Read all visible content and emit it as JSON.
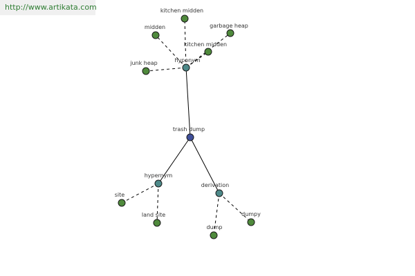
{
  "watermark": "http://www.artikata.com",
  "colors": {
    "root": "#3f4f9a",
    "relation": "#4e8a8a",
    "leaf": "#4f8a3c"
  },
  "graph": {
    "nodes": [
      {
        "id": "root",
        "label": "trash dump",
        "kind": "root"
      },
      {
        "id": "hyp1",
        "label": "hyponym",
        "kind": "relation"
      },
      {
        "id": "hyp2",
        "label": "hypernym",
        "kind": "relation"
      },
      {
        "id": "der",
        "label": "derivation",
        "kind": "relation"
      },
      {
        "id": "kmid1",
        "label": "kitchen midden",
        "kind": "leaf"
      },
      {
        "id": "mid",
        "label": "midden",
        "kind": "leaf"
      },
      {
        "id": "garb",
        "label": "garbage heap",
        "kind": "leaf"
      },
      {
        "id": "kmid2",
        "label": "kitchen midden",
        "kind": "leaf"
      },
      {
        "id": "junk",
        "label": "junk heap",
        "kind": "leaf"
      },
      {
        "id": "site",
        "label": "site",
        "kind": "leaf"
      },
      {
        "id": "land",
        "label": "land site",
        "kind": "leaf"
      },
      {
        "id": "dump",
        "label": "dump",
        "kind": "leaf"
      },
      {
        "id": "dumpy",
        "label": "dumpy",
        "kind": "leaf"
      }
    ],
    "edges": [
      {
        "from": "root",
        "to": "hyp1",
        "style": "solid"
      },
      {
        "from": "root",
        "to": "hyp2",
        "style": "solid"
      },
      {
        "from": "root",
        "to": "der",
        "style": "solid"
      },
      {
        "from": "hyp1",
        "to": "kmid1",
        "style": "dashed"
      },
      {
        "from": "hyp1",
        "to": "mid",
        "style": "dashed"
      },
      {
        "from": "hyp1",
        "to": "garb",
        "style": "dashed"
      },
      {
        "from": "hyp1",
        "to": "kmid2",
        "style": "dashed"
      },
      {
        "from": "hyp1",
        "to": "junk",
        "style": "dashed"
      },
      {
        "from": "hyp2",
        "to": "site",
        "style": "dashed"
      },
      {
        "from": "hyp2",
        "to": "land",
        "style": "dashed"
      },
      {
        "from": "der",
        "to": "dump",
        "style": "dashed"
      },
      {
        "from": "der",
        "to": "dumpy",
        "style": "dashed"
      }
    ]
  }
}
